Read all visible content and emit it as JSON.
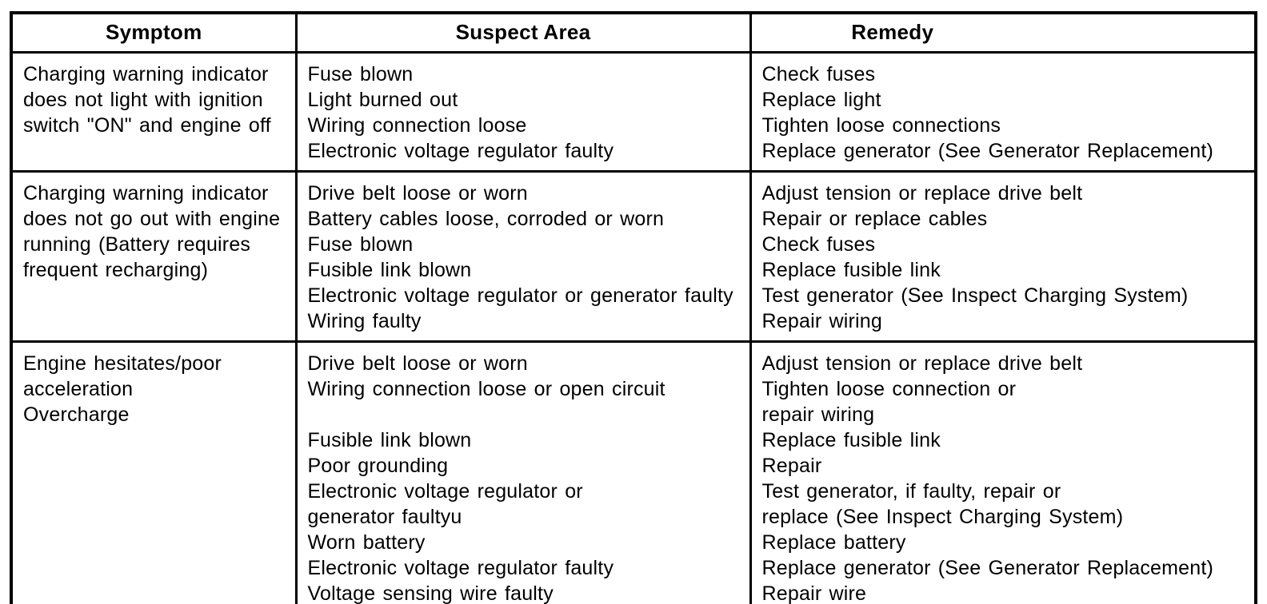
{
  "table": {
    "headers": [
      {
        "label": "Symptom"
      },
      {
        "label": "Suspect Area"
      },
      {
        "label": "Remedy"
      }
    ],
    "rows": [
      {
        "symptom": [
          "Charging warning indicator",
          "does not light with ignition",
          "switch \"ON\" and engine off"
        ],
        "suspect": [
          "Fuse blown",
          "Light burned out",
          "Wiring connection loose",
          "Electronic voltage regulator faulty"
        ],
        "remedy": [
          "Check fuses",
          "Replace light",
          "Tighten loose connections",
          "Replace generator (See Generator Replacement)"
        ]
      },
      {
        "symptom": [
          "Charging warning indicator",
          "does not go out with engine",
          "running (Battery requires",
          "frequent recharging)"
        ],
        "suspect": [
          "Drive belt loose or worn",
          "Battery cables loose, corroded or worn",
          "Fuse blown",
          "Fusible link blown",
          "Electronic voltage regulator or generator faulty",
          "Wiring faulty"
        ],
        "remedy": [
          "Adjust tension or replace drive belt",
          "Repair or replace cables",
          "Check fuses",
          "Replace fusible link",
          "Test generator (See Inspect Charging System)",
          "Repair wiring"
        ]
      },
      {
        "symptom": [
          "Engine hesitates/poor",
          "acceleration",
          "Overcharge"
        ],
        "suspect": [
          "Drive belt loose or worn",
          "Wiring connection loose or open circuit",
          "",
          "Fusible link blown",
          "Poor grounding",
          "Electronic voltage regulator or",
          "generator faultyu",
          "Worn battery",
          "Electronic voltage regulator faulty",
          "Voltage sensing wire faulty"
        ],
        "remedy": [
          "Adjust tension or replace drive belt",
          "Tighten loose connection or",
          "repair wiring",
          "Replace fusible link",
          "Repair",
          "Test generator, if faulty, repair or",
          "replace (See Inspect Charging System)",
          "Replace battery",
          "Replace generator (See Generator Replacement)",
          "Repair wire"
        ]
      }
    ]
  }
}
